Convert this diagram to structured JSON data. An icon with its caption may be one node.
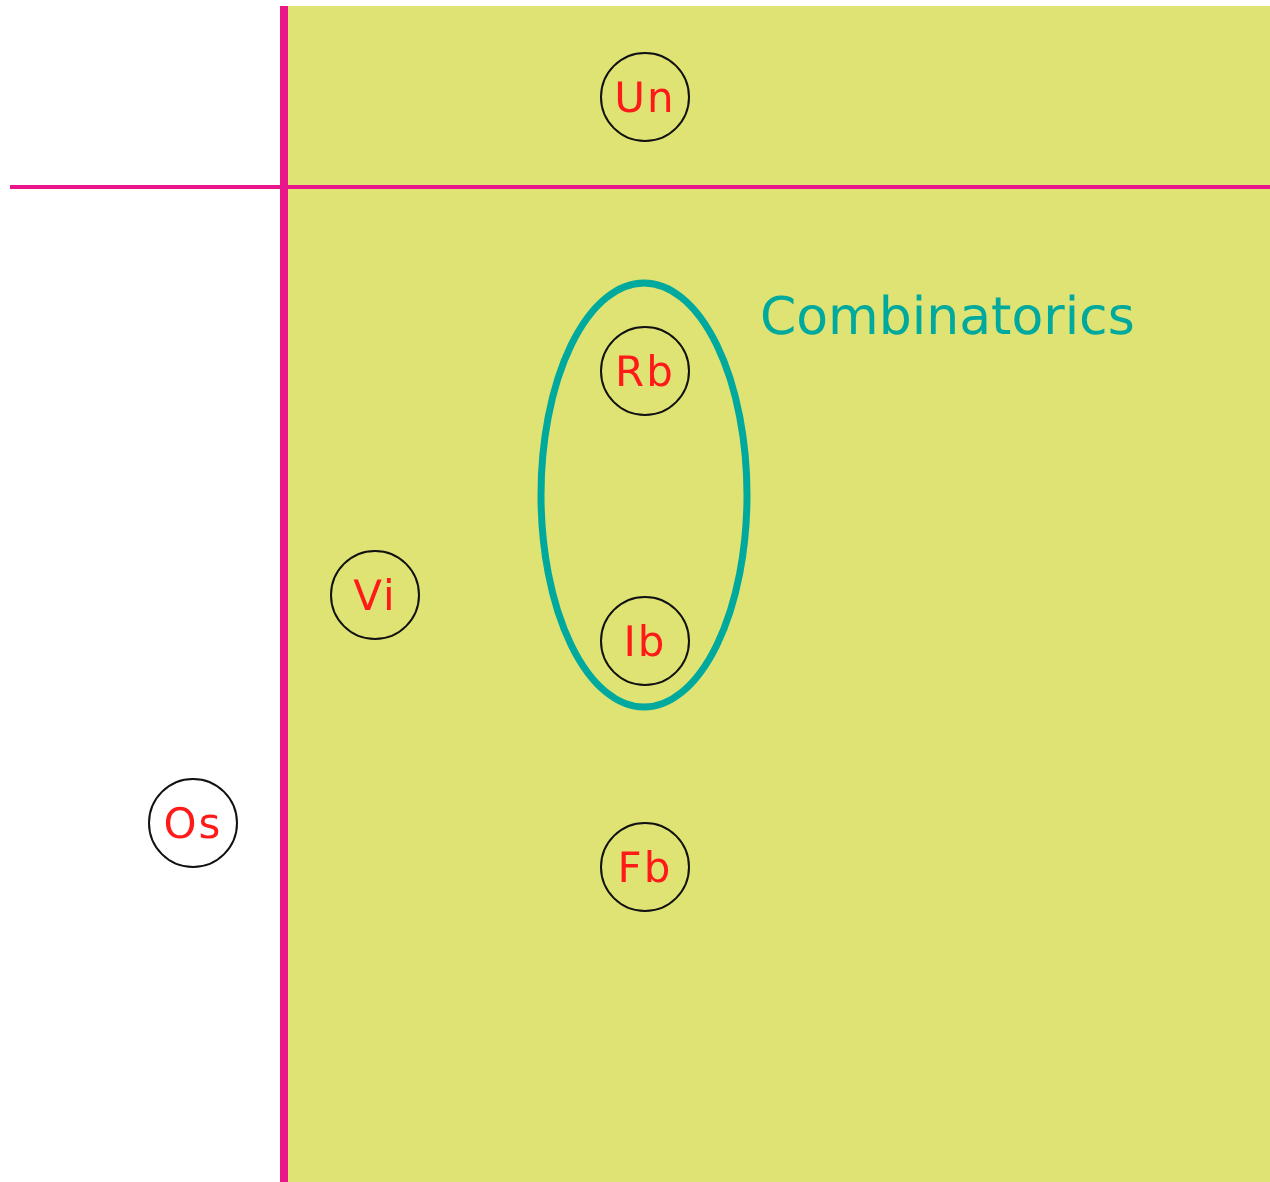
{
  "diagram": {
    "nodes": [
      {
        "text": [
          "Un"
        ]
      },
      {
        "text": [
          "Combinatorics"
        ]
      },
      {
        "text": [
          "Rb"
        ],
        "in": 1
      },
      {
        "text": [
          "Vi"
        ]
      },
      {
        "text": [
          "Ib"
        ],
        "in": 1
      },
      {
        "text": [
          "Os"
        ]
      },
      {
        "text": [
          "Fb"
        ]
      }
    ]
  }
}
